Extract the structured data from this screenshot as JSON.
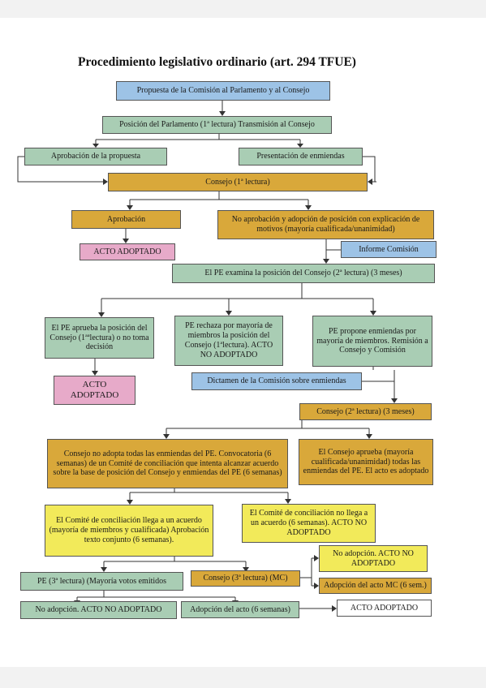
{
  "title": "Procedimiento legislativo ordinario (art. 294 TFUE)",
  "nodes": {
    "propuesta": "Propuesta de la Comisión al Parlamento y al Consejo",
    "posicion_pe": "Posición del Parlamento (1ª lectura) Transmisión al Consejo",
    "aprobacion_propuesta": "Aprobación de la propuesta",
    "presentacion_enmiendas": "Presentación de enmiendas",
    "consejo_1": "Consejo (1ª lectura)",
    "aprobacion": "Aprobación",
    "no_aprobacion": "No aprobación y adopción de posición con explicación de motivos (mayoría cualificada/unanimidad)",
    "acto_adoptado_1": "ACTO ADOPTADO",
    "informe_comision": "Informe Comisión",
    "pe_examina": "El PE examina la posición del Consejo (2ª lectura) (3 meses)",
    "pe_aprueba": "El PE aprueba la posición del Consejo (1ªªlectura) o no toma decisión",
    "pe_rechaza": "PE rechaza por mayoría de miembros la posición del Consejo (1ªlectura). ACTO NO ADOPTADO",
    "pe_propone": "PE propone enmiendas por mayoría de miembros. Remisión a Consejo y Comisión",
    "acto_adoptado_2": "ACTO ADOPTADO",
    "dictamen": "Dictamen de la Comisión sobre enmiendas",
    "consejo_2": "Consejo (2ª lectura) (3 meses)",
    "consejo_no_adopta": "Consejo no adopta todas las enmiendas del PE. Convocatoria (6 semanas) de un Comité de conciliación que intenta alcanzar acuerdo sobre la base de posición del Consejo y enmiendas del PE (6 semanas)",
    "consejo_aprueba": "El Consejo aprueba (mayoría cualificada/unanimidad) todas las enmiendas del PE. El acto es adoptado",
    "comite_llega": "El Comité de conciliación llega a un acuerdo (mayoría de miembros y cualificada) Aprobación texto conjunto (6 semanas).",
    "comite_no_llega": "El Comité de conciliación no llega a un acuerdo (6 semanas). ACTO NO ADOPTADO",
    "pe_3": "PE (3ª lectura) (Mayoría votos emitidos",
    "consejo_3": "Consejo (3ª lectura) (MC)",
    "no_adopcion_right": "No adopción. ACTO NO ADOPTADO",
    "adopcion_mc": "Adopción del acto MC (6 sem.)",
    "no_adopcion_left": "No adopción. ACTO NO ADOPTADO",
    "adopcion_6": "Adopción del acto (6 semanas)",
    "acto_adoptado_3": "ACTO ADOPTADO"
  }
}
